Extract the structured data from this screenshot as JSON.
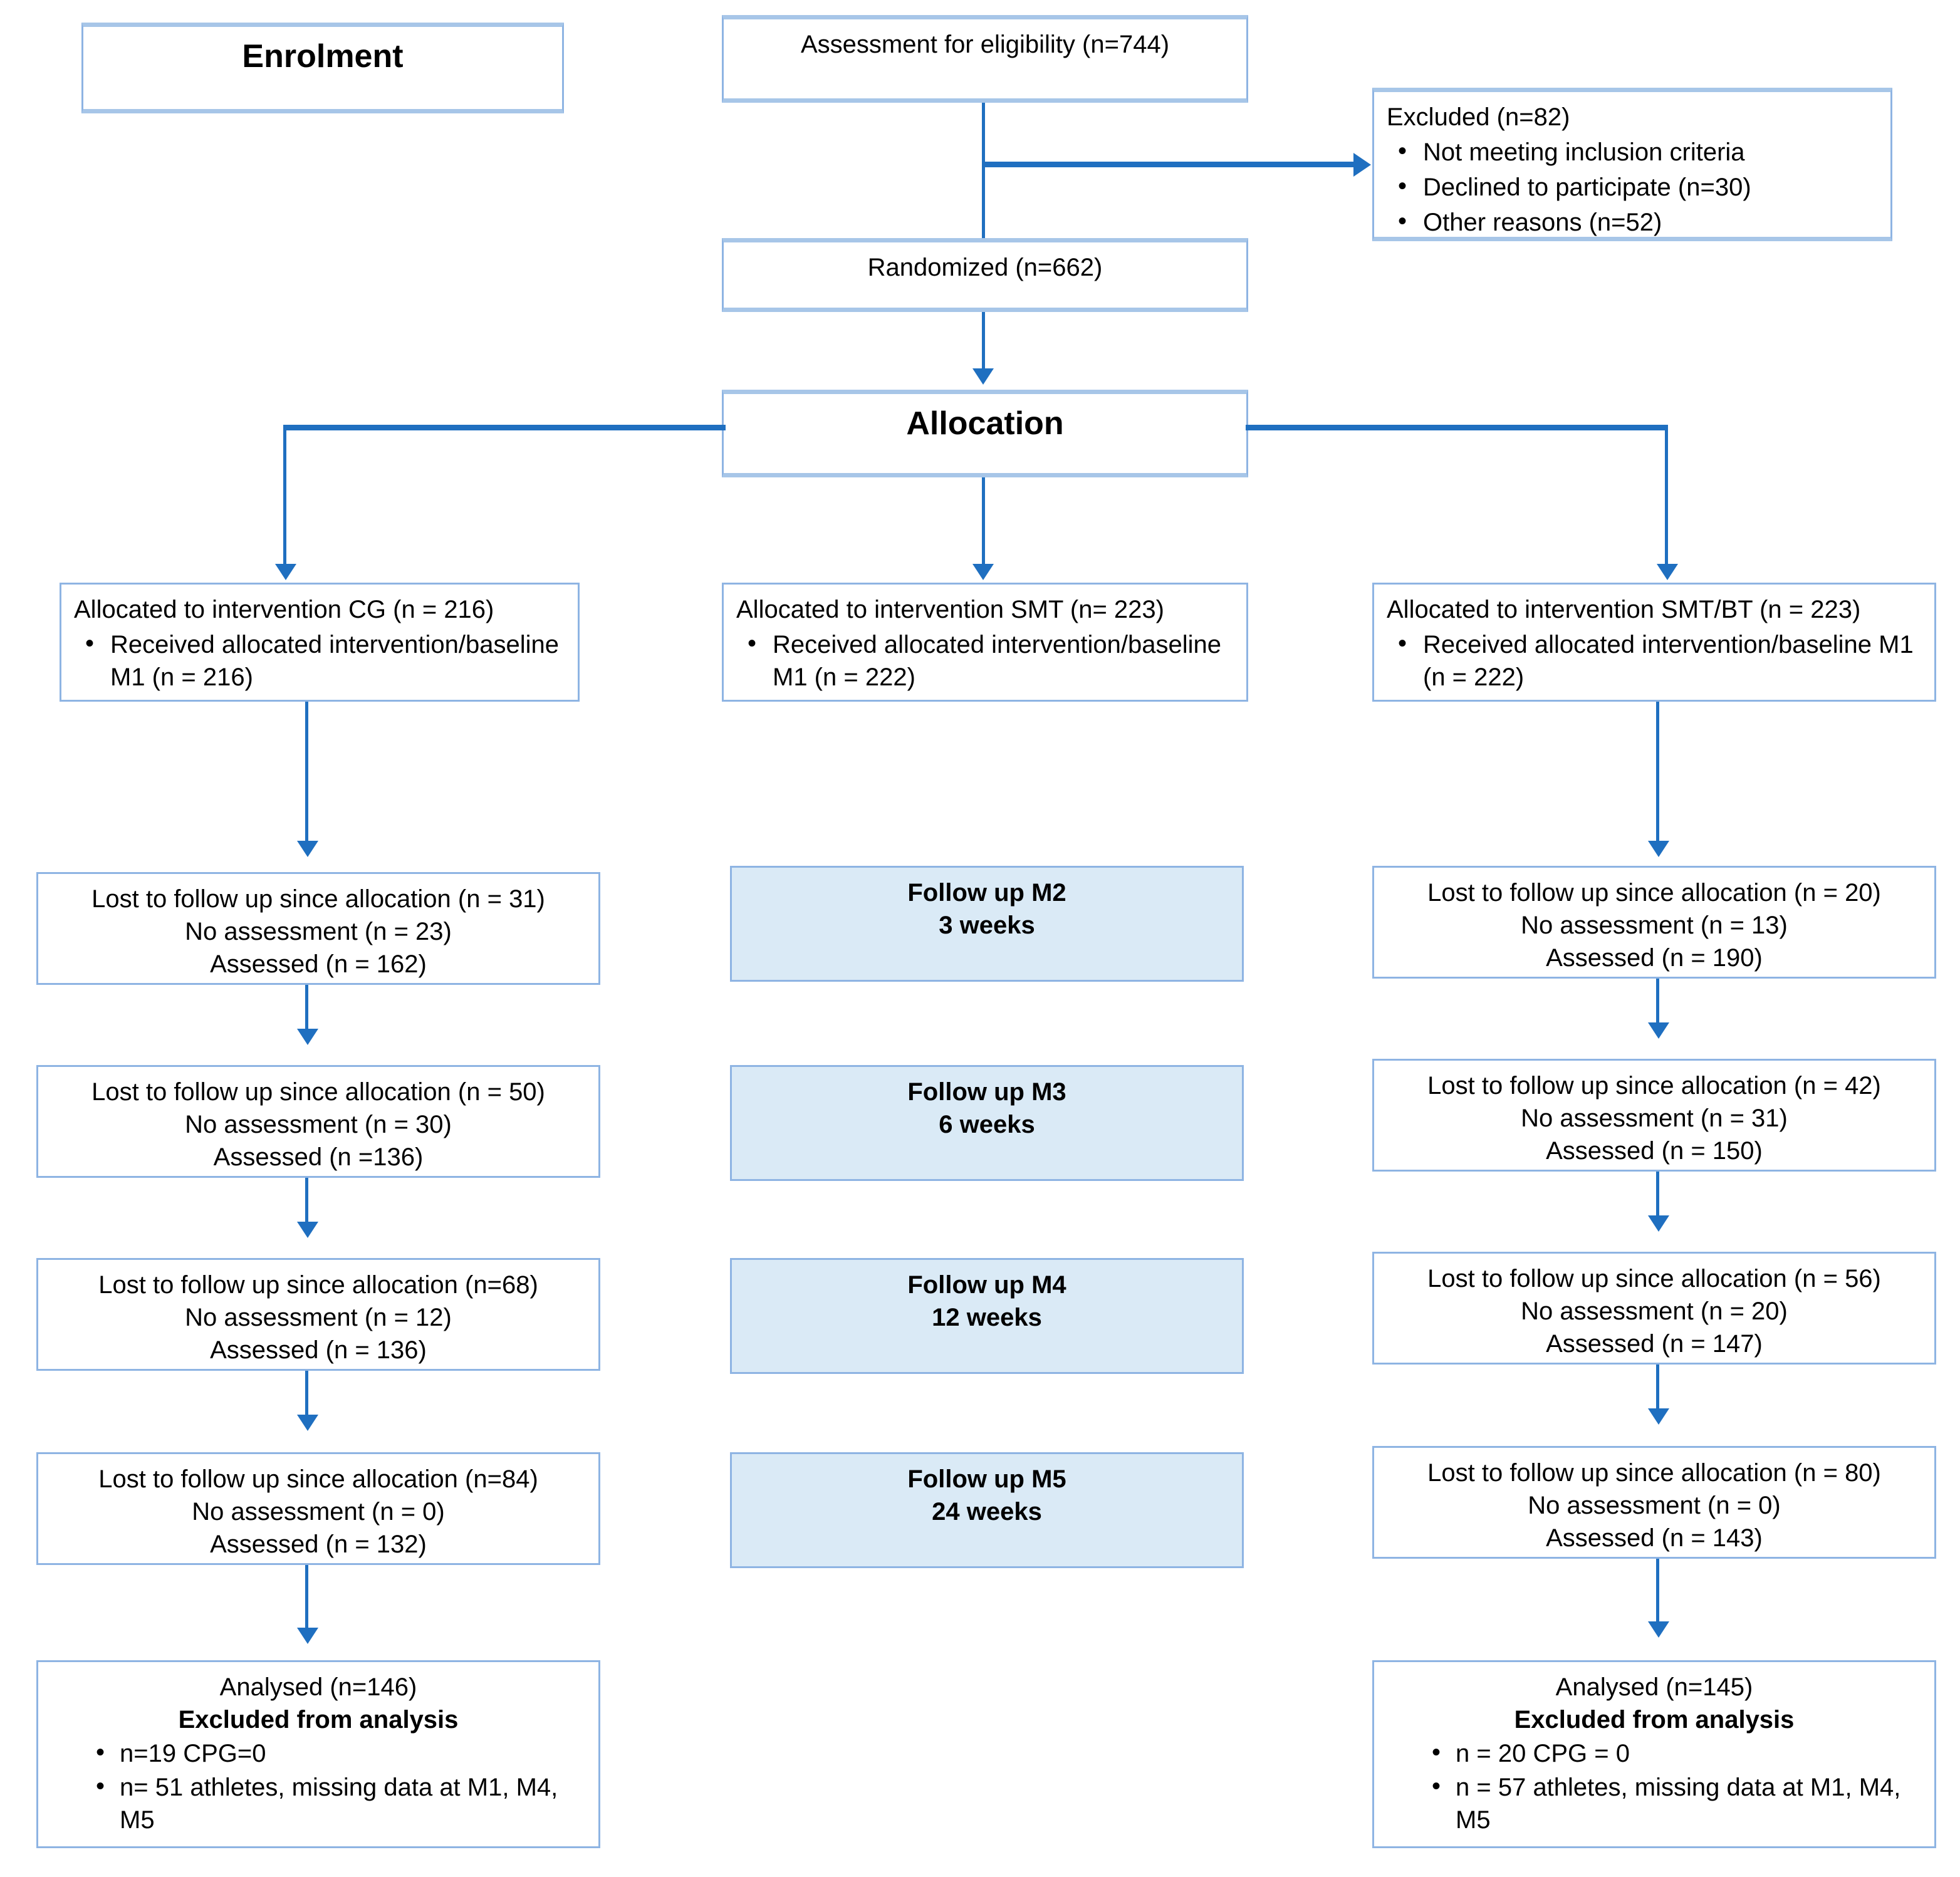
{
  "diagram": {
    "title": "CONSORT participant flow diagram",
    "colors": {
      "box_border": "#8eb4e3",
      "box_fill_white": "#ffffff",
      "box_fill_light_blue": "#daeaf6",
      "arrow": "#1f6fc0",
      "text": "#000000"
    }
  },
  "enrolment": {
    "stage_label": "Enrolment",
    "assessment": "Assessment for eligibility (n=744)",
    "excluded": {
      "title": "Excluded (n=82)",
      "reasons": [
        "Not meeting inclusion criteria",
        "Declined to participate (n=30)",
        "Other reasons (n=52)"
      ]
    },
    "randomized": "Randomized (n=662)"
  },
  "allocation": {
    "stage_label": "Allocation",
    "arms": [
      {
        "title": "Allocated to intervention CG (n = 216)",
        "bullets": [
          "Received allocated intervention/baseline M1 (n = 216)"
        ]
      },
      {
        "title": "Allocated to intervention SMT (n= 223)",
        "bullets": [
          "Received allocated intervention/baseline M1 (n = 222)"
        ]
      },
      {
        "title": "Allocated to intervention SMT/BT (n = 223)",
        "bullets": [
          "Received allocated intervention/baseline M1 (n = 222)"
        ]
      }
    ]
  },
  "followups": [
    {
      "center": {
        "label": "Follow up M2",
        "time": "3 weeks"
      },
      "left": {
        "lost": "Lost to follow up since allocation (n = 31)",
        "no_assessment": "No assessment (n = 23)",
        "assessed": "Assessed (n = 162)"
      },
      "right": {
        "lost": "Lost to follow up since allocation (n = 20)",
        "no_assessment": "No assessment (n = 13)",
        "assessed": "Assessed (n = 190)"
      }
    },
    {
      "center": {
        "label": "Follow up M3",
        "time": "6 weeks"
      },
      "left": {
        "lost": "Lost to follow up since allocation (n = 50)",
        "no_assessment": "No assessment (n = 30)",
        "assessed": "Assessed (n =136)"
      },
      "right": {
        "lost": "Lost to follow up since allocation (n = 42)",
        "no_assessment": "No assessment (n = 31)",
        "assessed": "Assessed (n = 150)"
      }
    },
    {
      "center": {
        "label": "Follow up M4",
        "time": "12 weeks"
      },
      "left": {
        "lost": "Lost to follow up since allocation (n=68)",
        "no_assessment": "No assessment (n = 12)",
        "assessed": "Assessed (n = 136)"
      },
      "right": {
        "lost": "Lost to follow up since allocation (n = 56)",
        "no_assessment": "No assessment (n = 20)",
        "assessed": "Assessed (n = 147)"
      }
    },
    {
      "center": {
        "label": "Follow up M5",
        "time": "24 weeks"
      },
      "left": {
        "lost": "Lost to follow up since allocation (n=84)",
        "no_assessment": "No assessment (n = 0)",
        "assessed": "Assessed (n = 132)"
      },
      "right": {
        "lost": "Lost to follow up since allocation (n = 80)",
        "no_assessment": "No assessment (n = 0)",
        "assessed": "Assessed (n = 143)"
      }
    }
  ],
  "analysis": {
    "left": {
      "analysed": "Analysed  (n=146)",
      "excluded_title": "Excluded from analysis",
      "bullets": [
        "n=19 CPG=0",
        "n= 51 athletes, missing data at M1, M4, M5"
      ]
    },
    "right": {
      "analysed": "Analysed  (n=145)",
      "excluded_title": "Excluded from analysis",
      "bullets": [
        "n = 20 CPG = 0",
        "n = 57 athletes, missing data at M1, M4, M5"
      ]
    }
  }
}
